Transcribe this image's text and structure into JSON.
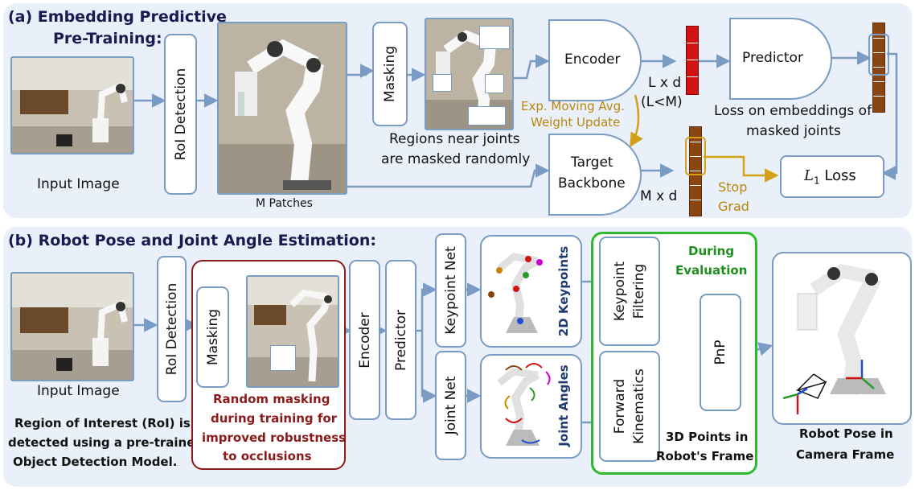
{
  "panel_a": {
    "title_line1": "(a) Embedding Predictive",
    "title_line2": "Pre-Training:",
    "input_caption": "Input Image",
    "roi_label": "RoI Detection",
    "patches_caption": "M Patches",
    "masking_label": "Masking",
    "masked_caption_line1": "Regions near joints",
    "masked_caption_line2": "are masked randomly",
    "encoder_label": "Encoder",
    "ld_line1": "L x d",
    "ld_line2": "(L<M)",
    "predictor_label": "Predictor",
    "loss_caption_line1": "Loss on embeddings of",
    "loss_caption_line2": "masked joints",
    "ema_line1": "Exp. Moving Avg.",
    "ema_line2": "Weight Update",
    "target_line1": "Target",
    "target_line2": "Backbone",
    "md_label": "M x d",
    "stop_line1": "Stop",
    "stop_line2": "Grad",
    "loss_symbol": "L",
    "loss_subscript": "1",
    "loss_word": "Loss"
  },
  "panel_b": {
    "title": "(b) Robot Pose and Joint Angle Estimation:",
    "input_caption": "Input Image",
    "roi_desc_line1": "Region of Interest (RoI) is",
    "roi_desc_line2": "detected using a pre-trained",
    "roi_desc_line3": "Object Detection Model.",
    "roi_label": "RoI Detection",
    "masking_label": "Masking",
    "random_mask_line1": "Random masking",
    "random_mask_line2": "during training for",
    "random_mask_line3": "improved robustness",
    "random_mask_line4": "to occlusions",
    "encoder_label": "Encoder",
    "predictor_label": "Predictor",
    "keypoint_net_label": "Keypoint Net",
    "joint_net_label": "Joint Net",
    "keypoints_2d_label": "2D Keypoints",
    "joint_angles_label": "Joint Angles",
    "during_line1": "During",
    "during_line2": "Evaluation",
    "kp_filter_line1": "Keypoint",
    "kp_filter_line2": "Filtering",
    "fk_line1": "Forward",
    "fk_line2": "Kinematics",
    "pnp_label": "PnP",
    "points3d_line1": "3D Points in",
    "points3d_line2": "Robot's Frame",
    "pose_line1": "Robot Pose in",
    "pose_line2": "Camera Frame"
  },
  "colors": {
    "panel_bg": "#e9f0f9",
    "box_border": "#7a9bc4",
    "arrow": "#7a9bc4",
    "title_dark": "#1a1a50",
    "embedding_red": "#d01414",
    "embedding_brown": "#8b4513",
    "ema_gold": "#b8860b",
    "masking_red": "#8b1a1a",
    "eval_green": "#2dbb2d",
    "eval_text": "#1e8e1e",
    "blue_label": "#1f3a73"
  },
  "icons": [
    "robot-arm-photo",
    "target-arrow",
    "coordinate-axes-icon",
    "camera-frustum-icon"
  ]
}
